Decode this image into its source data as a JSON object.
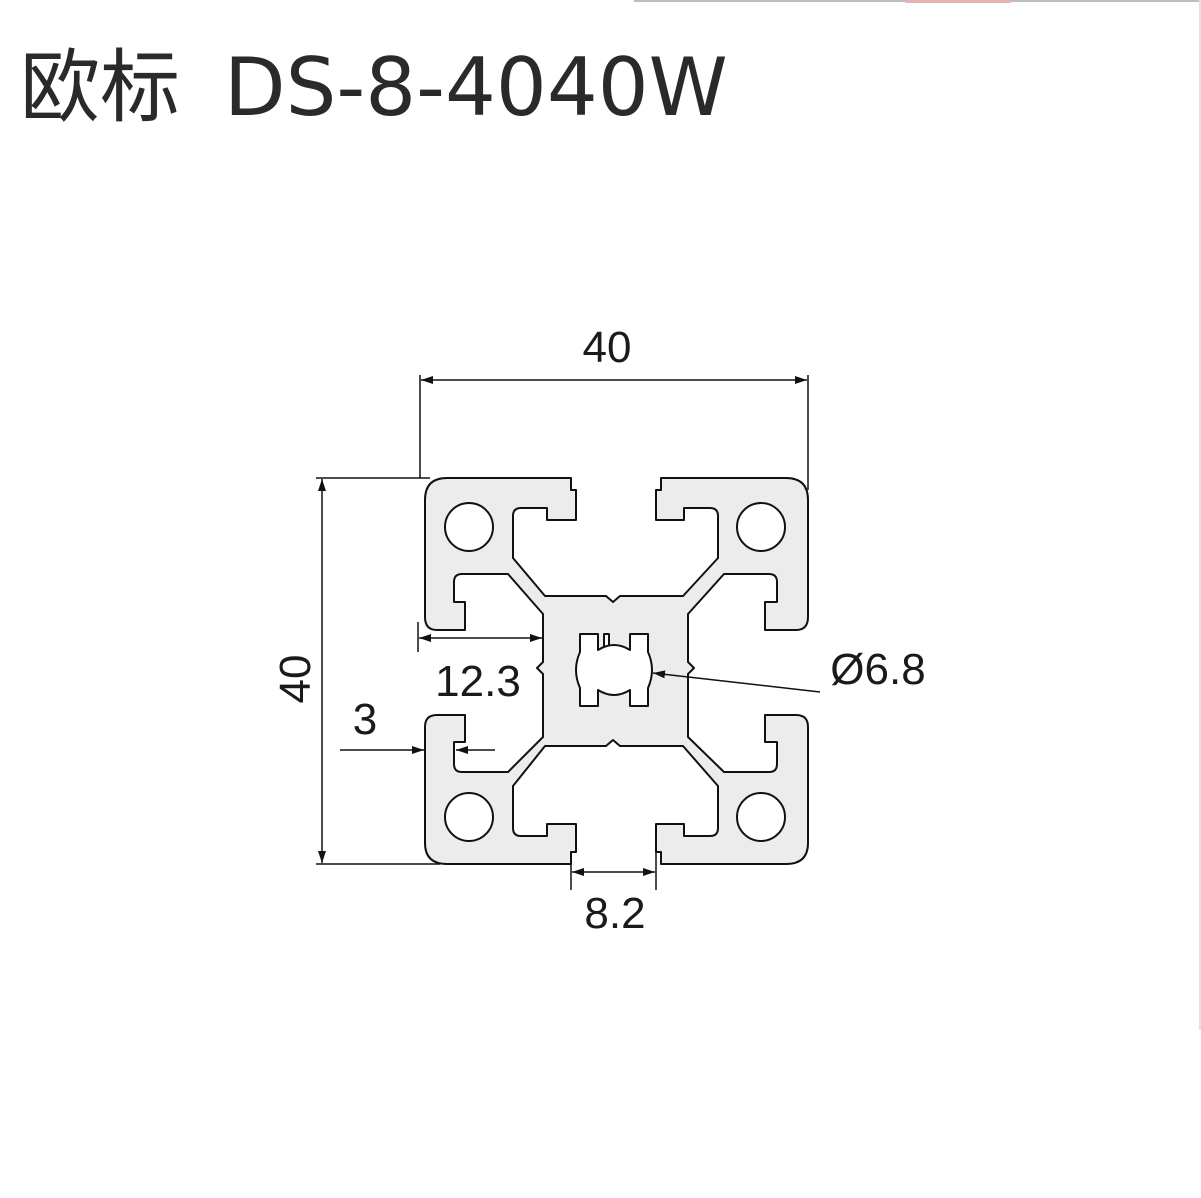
{
  "title": {
    "standard": "欧标",
    "model": "DS-8-4040W"
  },
  "dimensions": {
    "width": "40",
    "height": "40",
    "slot_depth": "12.3",
    "wall": "3",
    "hole": "Ø6.8",
    "slot_width": "8.2"
  },
  "colors": {
    "profile_fill": "#ececec",
    "outline": "#111111"
  }
}
